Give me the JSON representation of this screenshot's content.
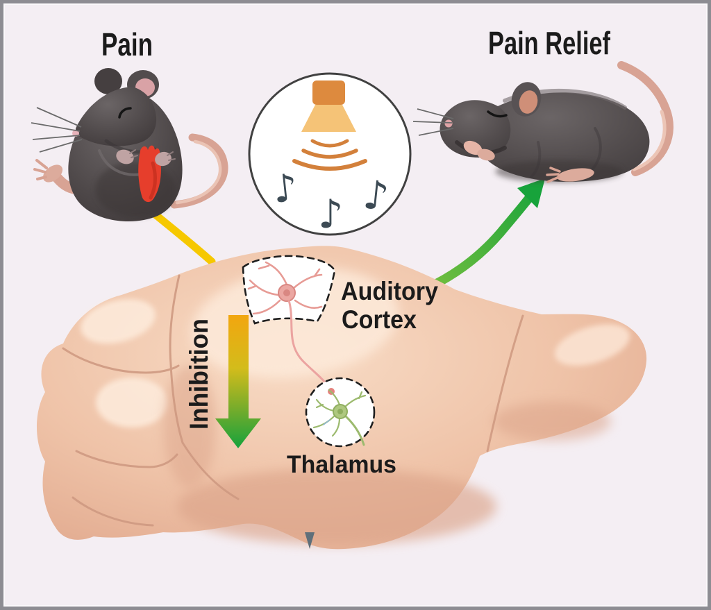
{
  "header": {
    "pain_label": "Pain",
    "pain_relief_label": "Pain Relief"
  },
  "brain": {
    "auditory_cortex_label_line1": "Auditory",
    "auditory_cortex_label_line2": "Cortex",
    "thalamus_label": "Thalamus",
    "inhibition_label": "Inhibition"
  },
  "sound": {
    "note_glyph": "♪"
  },
  "colors": {
    "background": "#f4eef3",
    "frame_border": "#8d8c92",
    "pain_signal_yellow": "#f6c800",
    "relief_green": "#17a33b",
    "relief_green_light": "#7fc23f",
    "inhibition_orange": "#f2a60f",
    "inhibition_yellow": "#d3bc1b",
    "inhibition_light_green": "#77ac2b",
    "inhibition_green": "#15a23c",
    "speaker_body_orange": "#dd8a3e",
    "speaker_horn_tan": "#f5c377",
    "sound_wave_orange": "#d3803b",
    "music_note_slate": "#3c4a54",
    "circle_outline": "#414141",
    "label_text": "#1b1b1b",
    "brain_skin": "#efc3a8",
    "brain_highlight": "#fdeada",
    "brain_crease": "#cf9a82",
    "mouse_gray": "#544e4f",
    "mouse_pink": "#d8a394",
    "inflamed_paw_red": "#e63e2c",
    "cortex_neuron_pink": "#e79b95",
    "thalamus_neuron_green": "#9cba6e",
    "dashed_outline": "#1f1f1f"
  }
}
